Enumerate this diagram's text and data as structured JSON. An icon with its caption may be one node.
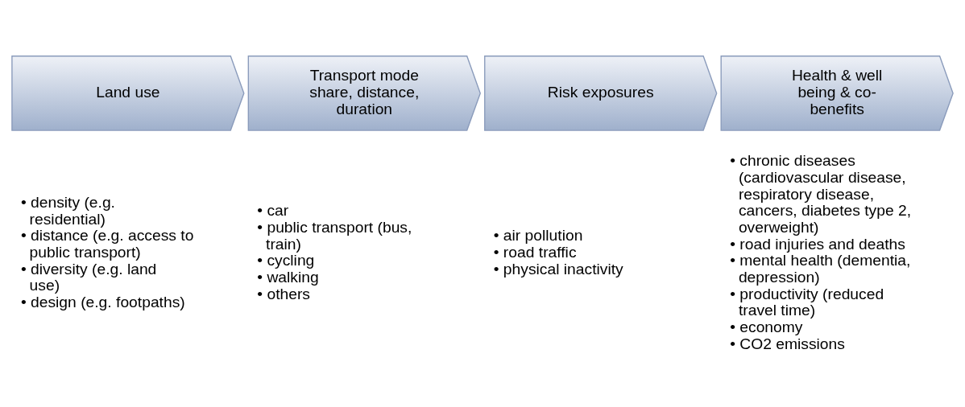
{
  "diagram": {
    "nodes": [
      {
        "text": [
          "Land use"
        ],
        "beside": [
          "• density (e.g. residential)",
          "• distance (e.g. access to public transport)",
          "• diversity (e.g. land use)",
          "• design (e.g. footpaths)"
        ]
      },
      {
        "text": [
          "Transport mode share, distance, duration"
        ],
        "beside": [
          "• car",
          "• public transport (bus, train)",
          "• cycling",
          "• walking",
          "• others"
        ]
      },
      {
        "text": [
          "Risk exposures"
        ],
        "beside": [
          "• air pollution",
          "• road traffic",
          "• physical inactivity"
        ]
      },
      {
        "text": [
          "Health & well being & co-benefits"
        ],
        "beside": [
          "• chronic diseases (cardiovascular disease, respiratory disease, cancers, diabetes type 2, overweight)",
          "• road injuries and deaths",
          "• mental health (dementia, depression)",
          "• productivity (reduced travel time)",
          "• economy",
          "• CO2 emissions"
        ]
      }
    ]
  }
}
